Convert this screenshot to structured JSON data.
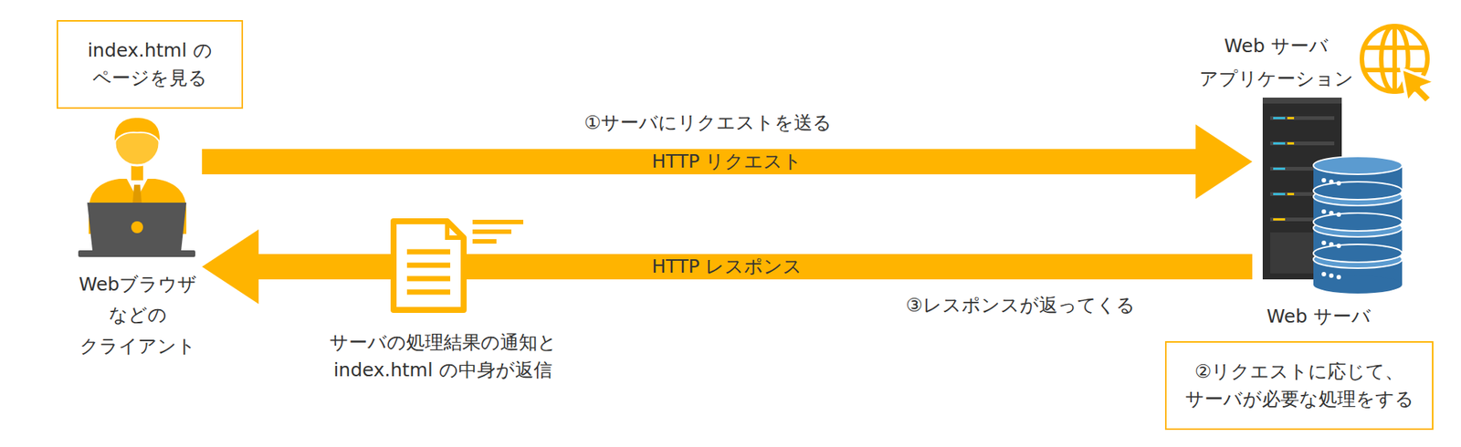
{
  "diagram": {
    "nodes": [
      {
        "text": [
          "index.html の ページを見る"
        ]
      },
      {
        "text": [
          "Webブラウザ などの クライアント"
        ]
      },
      {
        "text": [
          "Web サーバ アプリケーション",
          "Web サーバ"
        ]
      },
      {
        "text": [
          "②リクエストに応じて、 サーバが必要な処理をする"
        ]
      }
    ],
    "edges": [
      {
        "from": 1,
        "to": 2,
        "arrow": "to",
        "label": "HTTP リクエスト"
      },
      {
        "from": 2,
        "to": 1,
        "arrow": "to",
        "label": "HTTP レスポンス"
      }
    ],
    "labels": [
      "①サーバにリクエストを送る",
      "③レスポンスが返ってくる",
      "サーバの処理結果の通知と index.html の中身が返信"
    ]
  }
}
